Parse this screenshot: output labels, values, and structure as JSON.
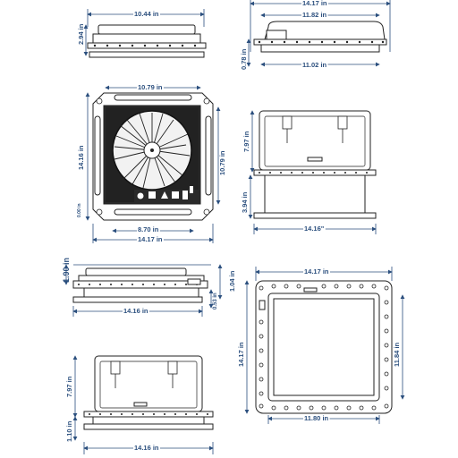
{
  "views": {
    "top_left": {
      "width": "10.44 in",
      "height": "2.94 in"
    },
    "top_right": {
      "width": "14.17 in",
      "inner_width": "11.82 in",
      "base_width": "11.02 in",
      "height": "0.78 in"
    },
    "front_view": {
      "inner_width": "10.79 in",
      "height": "14.16 in",
      "inner_height": "10.79 in",
      "bottom_inner": "8.70 in",
      "bottom_outer": "14.17 in",
      "tiny_label": "0.00 in"
    },
    "side_view": {
      "height": "7.97 in",
      "base_height": "3.94 in",
      "base_width": "14.16\""
    },
    "profile_view": {
      "height_upper": "1.90 in",
      "height_right": "1.04 in",
      "height_small": "0.53 in",
      "width": "14.16 in"
    },
    "bottom_frame": {
      "width": "14.17 in",
      "height": "14.17 in",
      "inner_height": "11.84 in",
      "inner_width": "11.80 in"
    },
    "lower_side": {
      "height": "7.97 in",
      "base_height": "1.10 in",
      "width": "14.16 in"
    }
  }
}
